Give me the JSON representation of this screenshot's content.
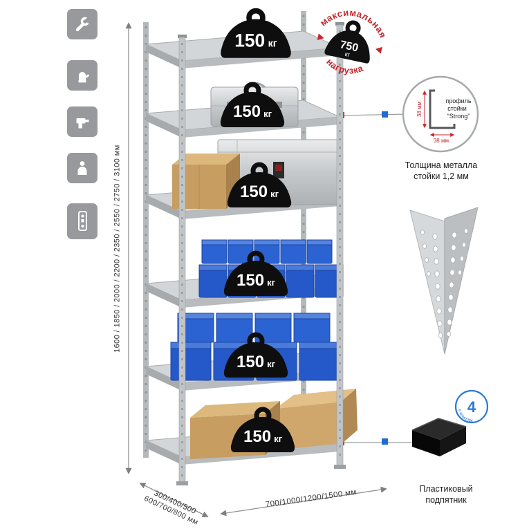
{
  "rack": {
    "shelf_count": 6,
    "shelf_load_value": "150",
    "shelf_load_unit": "кг"
  },
  "max_load_stamp": {
    "arc_top": "максимальная",
    "arc_bottom": "нагрузка",
    "value": "750",
    "unit": "кг"
  },
  "dimensions": {
    "height": "1600 / 1850 / 2000 / 2200 / 2350 / 2550 / 2750 / 3100 мм",
    "depth_line1": "300/400/500",
    "depth_line2": "600/700/800 мм",
    "width": "700/1000/1200/1500 мм"
  },
  "profile_callout": {
    "label_line1": "профиль",
    "label_line2": "стойки",
    "label_line3": "“Strong”",
    "dim_vertical": "38 мм",
    "dim_horizontal": "38 мм.",
    "caption_line1": "Толщина металла",
    "caption_line2": "стойки 1,2 мм"
  },
  "foot_callout": {
    "badge_value": "4",
    "badge_text": "в комплекте",
    "caption_line1": "Пластиковый",
    "caption_line2": "подпятник"
  },
  "feature_icons": {
    "items": [
      {
        "icon": "wrench-icon"
      },
      {
        "icon": "glove-icon"
      },
      {
        "icon": "drill-icon"
      },
      {
        "icon": "person-icon"
      },
      {
        "icon": "hardware-icon"
      }
    ]
  },
  "colors": {
    "accent_red": "#c9252b",
    "accent_blue": "#1e6bd6",
    "icon_gray": "#97999c",
    "metal_gray": "#c6c9cb",
    "badge_black": "#0e0e0e",
    "bin_blue": "#2c63d3",
    "box_tan": "#c79d62"
  }
}
